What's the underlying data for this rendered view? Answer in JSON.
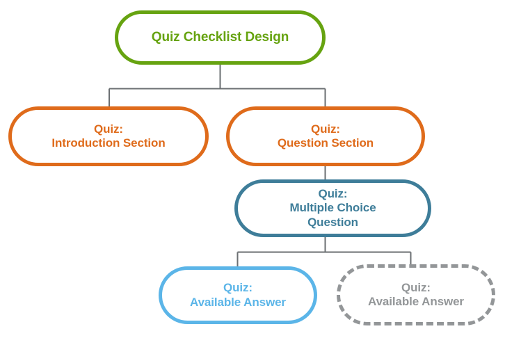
{
  "diagram": {
    "title": "Quiz Checklist Design",
    "type": "tree-hierarchy",
    "background_color": "#ffffff",
    "nodes": [
      {
        "id": "root",
        "label": "Quiz Checklist Design",
        "shape": "rounded-pill",
        "border_style": "solid",
        "color": "#66a310",
        "text_color": "#66a310",
        "fill": "#ffffff"
      },
      {
        "id": "intro",
        "label": "Quiz:\nIntroduction Section",
        "shape": "rounded-pill",
        "border_style": "solid",
        "color": "#df6b1b",
        "text_color": "#df6b1b",
        "fill": "#ffffff"
      },
      {
        "id": "question",
        "label": "Quiz:\nQuestion Section",
        "shape": "rounded-pill",
        "border_style": "solid",
        "color": "#df6b1b",
        "text_color": "#df6b1b",
        "fill": "#ffffff"
      },
      {
        "id": "mcq",
        "label": "Quiz:\nMultiple Choice\nQuestion",
        "shape": "rounded-pill",
        "border_style": "solid",
        "color": "#3e7d99",
        "text_color": "#3e7d99",
        "fill": "#ffffff"
      },
      {
        "id": "answer",
        "label": "Quiz:\nAvailable Answer",
        "shape": "rounded-pill",
        "border_style": "solid",
        "color": "#5bb5e8",
        "text_color": "#5bb5e8",
        "fill": "#ffffff"
      },
      {
        "id": "answer-optional",
        "label": "Quiz:\nAvailable Answer",
        "shape": "rounded-pill",
        "border_style": "dashed",
        "color": "#939698",
        "text_color": "#939698",
        "fill": "#ffffff"
      }
    ],
    "edges": [
      {
        "from": "root",
        "to": "intro",
        "style": "orthogonal",
        "color": "#6b6f72"
      },
      {
        "from": "root",
        "to": "question",
        "style": "orthogonal",
        "color": "#6b6f72"
      },
      {
        "from": "question",
        "to": "mcq",
        "style": "straight",
        "color": "#6b6f72"
      },
      {
        "from": "mcq",
        "to": "answer",
        "style": "orthogonal",
        "color": "#6b6f72"
      },
      {
        "from": "mcq",
        "to": "answer-optional",
        "style": "orthogonal",
        "color": "#6b6f72"
      }
    ],
    "edge_color": "#6b6f72"
  }
}
